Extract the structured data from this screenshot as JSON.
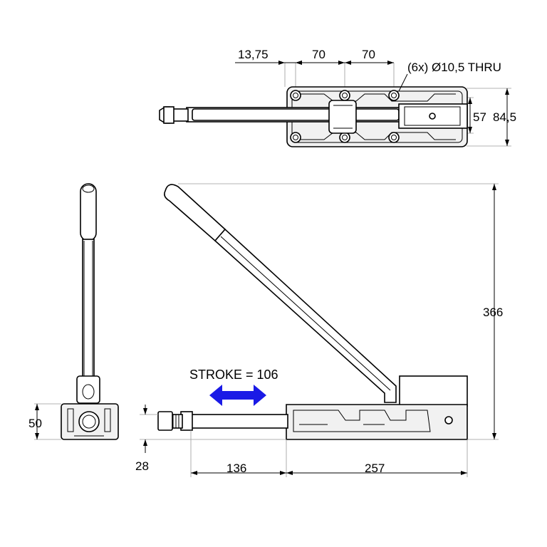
{
  "drawing": {
    "dimensions": {
      "top_13_75": "13,75",
      "top_70_a": "70",
      "top_70_b": "70",
      "holes": "(6x) Ø10,5 THRU",
      "width_57": "57",
      "width_84_5": "84,5",
      "height_366": "366",
      "height_50": "50",
      "height_28": "28",
      "len_136": "136",
      "len_257": "257"
    },
    "stroke_label": "STROKE = 106",
    "colors": {
      "line": "#000000",
      "extension": "#9a9a9a",
      "stroke_arrow": "#1a1ae6"
    }
  }
}
